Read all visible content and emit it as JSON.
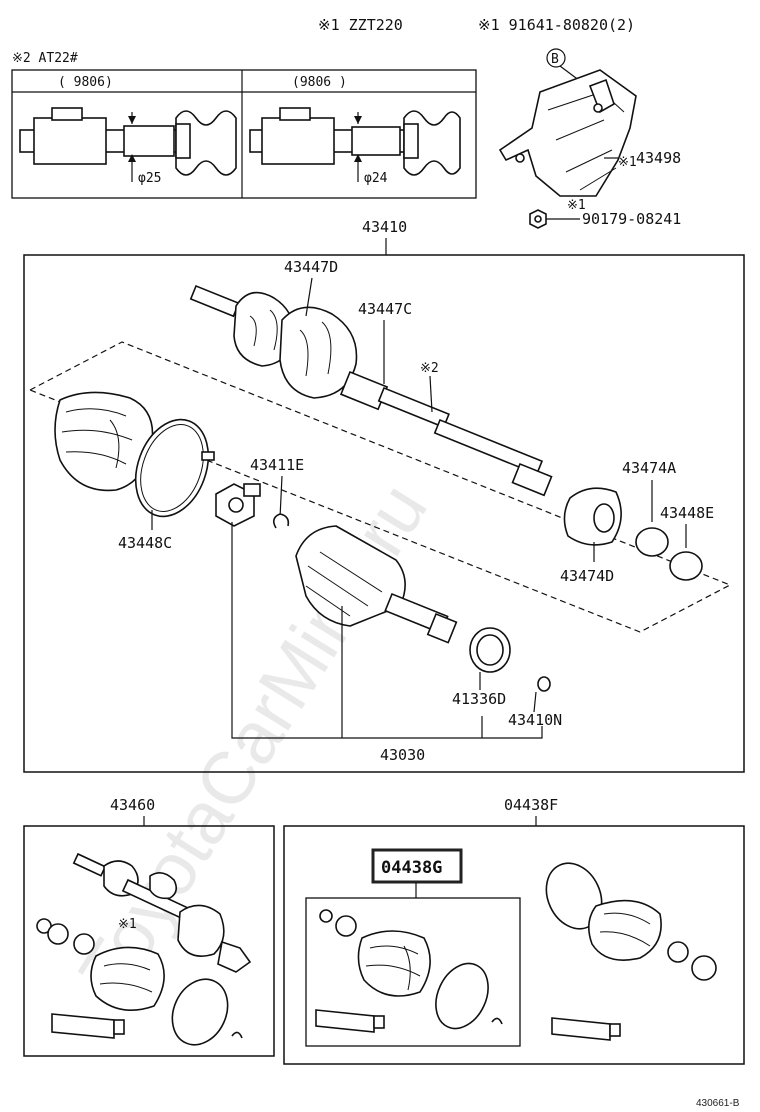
{
  "header": {
    "variant_note": "※1 ZZT220",
    "bolt_part": "※1 91641-80820(2)",
    "callout_b": "B"
  },
  "inset": {
    "title": "※2 AT22#",
    "left_range": "(      9806)",
    "right_range": "(9806      )",
    "left_diameter": "φ25",
    "right_diameter": "φ24"
  },
  "bracket": {
    "part": "43498",
    "marker": "※1",
    "nut_part": "90179-08241",
    "nut_marker": "※1"
  },
  "shaft_assy": {
    "title": "43410",
    "parts": {
      "outer_joint": "43447D",
      "inner_joint": "43447C",
      "shaft_marker": "※2",
      "snap_ring": "43411E",
      "outer_boot_clamp": "43448C",
      "damper_a": "43474A",
      "clamp_e": "43448E",
      "damper_d": "43474D",
      "dust_seal": "41336D",
      "inner_snap": "43410N",
      "inboard_joint": "43030"
    }
  },
  "kit_43460": {
    "title": "43460",
    "marker": "※1"
  },
  "kit_04438F": {
    "title": "04438F",
    "highlighted_part": "04438G"
  },
  "footer": {
    "diagram_code": "430661-B"
  },
  "watermark": "ToyotaCarMine.ru"
}
